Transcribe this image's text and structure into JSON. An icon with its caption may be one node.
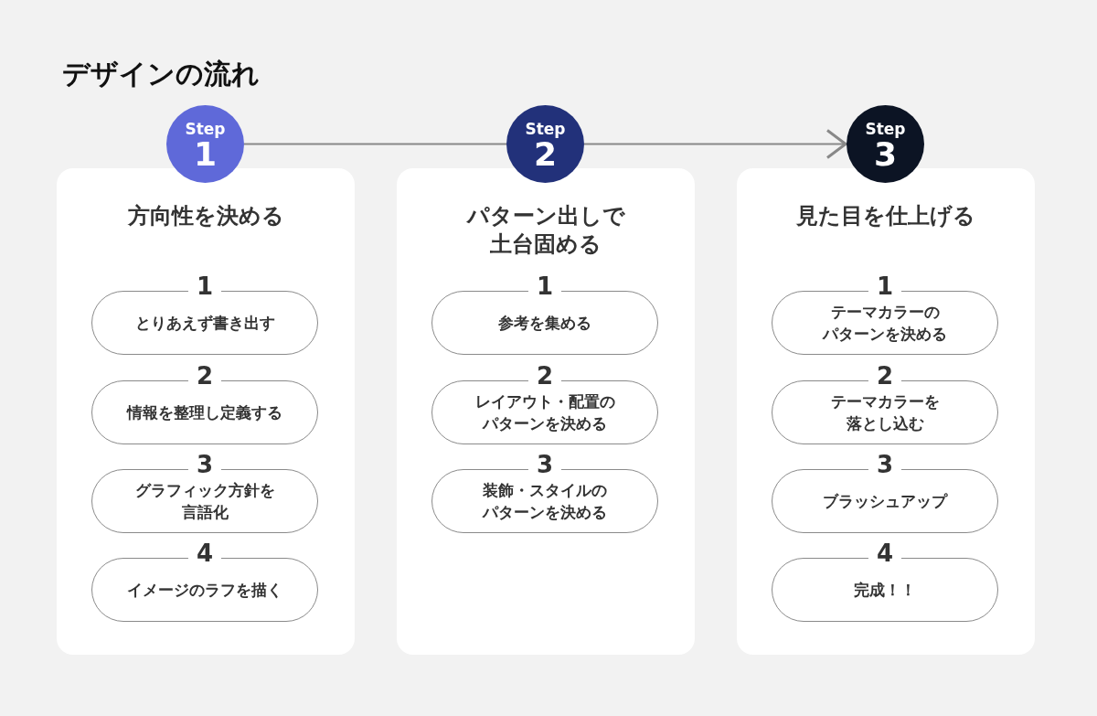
{
  "diagram": {
    "title": "デザインの流れ",
    "nodes": [
      {
        "text": [
          "Step",
          "1"
        ]
      },
      {
        "text": [
          "方向性を決める"
        ]
      },
      {
        "text": [
          "1",
          "とりあえず書き出す"
        ],
        "in": 1
      },
      {
        "text": [
          "2",
          "情報を整理し定義する"
        ],
        "in": 1
      },
      {
        "text": [
          "3",
          "グラフィック方針を言語化"
        ],
        "in": 1
      },
      {
        "text": [
          "4",
          "イメージのラフを描く"
        ],
        "in": 1
      },
      {
        "text": [
          "Step",
          "2"
        ]
      },
      {
        "text": [
          "パターン出しで土台固める"
        ]
      },
      {
        "text": [
          "1",
          "参考を集める"
        ],
        "in": 7
      },
      {
        "text": [
          "2",
          "レイアウト・配置のパターンを決める"
        ],
        "in": 7
      },
      {
        "text": [
          "3",
          "装飾・スタイルのパターンを決める"
        ],
        "in": 7
      },
      {
        "text": [
          "Step",
          "3"
        ]
      },
      {
        "text": [
          "見た目を仕上げる"
        ]
      },
      {
        "text": [
          "1",
          "テーマカラーのパターンを決める"
        ],
        "in": 12
      },
      {
        "text": [
          "2",
          "テーマカラーを落とし込む"
        ],
        "in": 12
      },
      {
        "text": [
          "3",
          "ブラッシュアップ"
        ],
        "in": 12
      },
      {
        "text": [
          "4",
          "完成！！"
        ],
        "in": 12
      }
    ],
    "edges": [
      {
        "from": 0,
        "to": 6,
        "arrow": "none"
      },
      {
        "from": 6,
        "to": 11,
        "arrow": "to"
      }
    ]
  }
}
